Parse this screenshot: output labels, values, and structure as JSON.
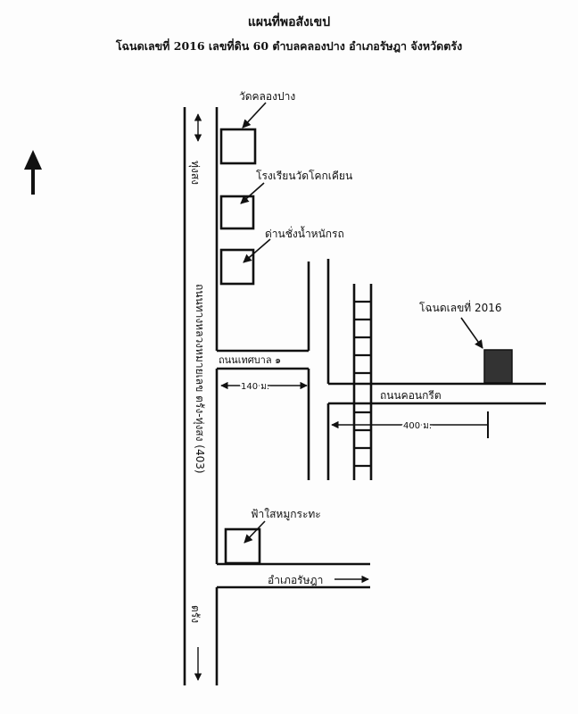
{
  "header": {
    "title": "แผนที่พอสังเขป",
    "subtitle": "โฉนดเลขที่ 2016 เลขที่ดิน 60 ตำบลคลองปาง อำเภอรัษฎา จังหวัดตรัง"
  },
  "labels": {
    "temple": "วัดคลองปาง",
    "school": "โรงเรียนวัดโคกเคียน",
    "weigh_station": "ด่านชั่งน้ำหนักรถ",
    "deed_marker": "โฉนดเลขที่ 2016",
    "municipal_road": "ถนนเทศบาล ๑",
    "concrete_road": "ถนนคอนกรีต",
    "dist_140": "140 ม.",
    "dist_400": "400 ม.",
    "main_road": "ถนนทางหลวงหมายเลข ตรัง-ทุ่งสง (403)",
    "to_north": "ทุ่งสง",
    "to_south": "ตรัง",
    "grill_shop": "ฟ้าใสหมูกระทะ",
    "district_direction": "อำเภอรัษฎา"
  },
  "colors": {
    "ink": "#111111",
    "plot_fill": "#333333"
  }
}
